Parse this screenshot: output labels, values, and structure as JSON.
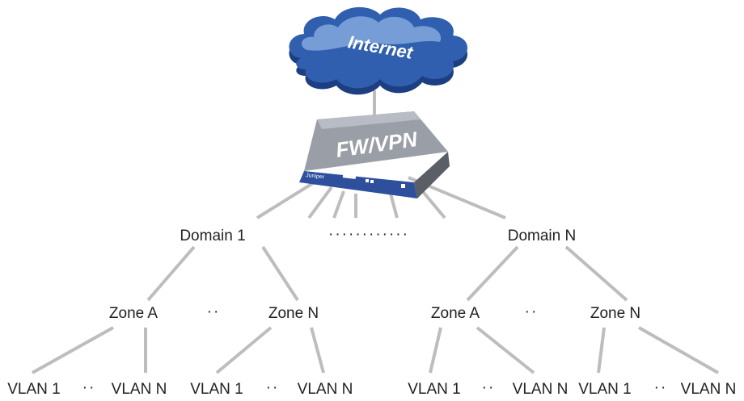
{
  "colors": {
    "cloud_fill": "#2f5fae",
    "cloud_light": "#8fb1e3",
    "device_top": "#9a9ea6",
    "device_front": "#2d4f9c",
    "link": "#bdbdbd",
    "text": "#222222"
  },
  "internet": {
    "label": "Internet",
    "icon": "cloud-icon"
  },
  "device": {
    "label": "FW/VPN",
    "brand": "Juniper",
    "icon": "firewall-appliance-icon"
  },
  "domains": [
    {
      "label": "Domain 1",
      "zones": [
        {
          "label": "Zone A",
          "vlans": [
            "VLAN 1",
            "VLAN N"
          ]
        },
        {
          "label": "Zone N",
          "vlans": [
            "VLAN 1",
            "VLAN N"
          ]
        }
      ],
      "zone_separator": "··"
    },
    {
      "label": "Domain N",
      "zones": [
        {
          "label": "Zone A",
          "vlans": [
            "VLAN 1",
            "VLAN N"
          ]
        },
        {
          "label": "Zone N",
          "vlans": [
            "VLAN 1",
            "VLAN N"
          ]
        }
      ],
      "zone_separator": "··"
    }
  ],
  "domain_separator": "············",
  "vlan_separator": "··"
}
